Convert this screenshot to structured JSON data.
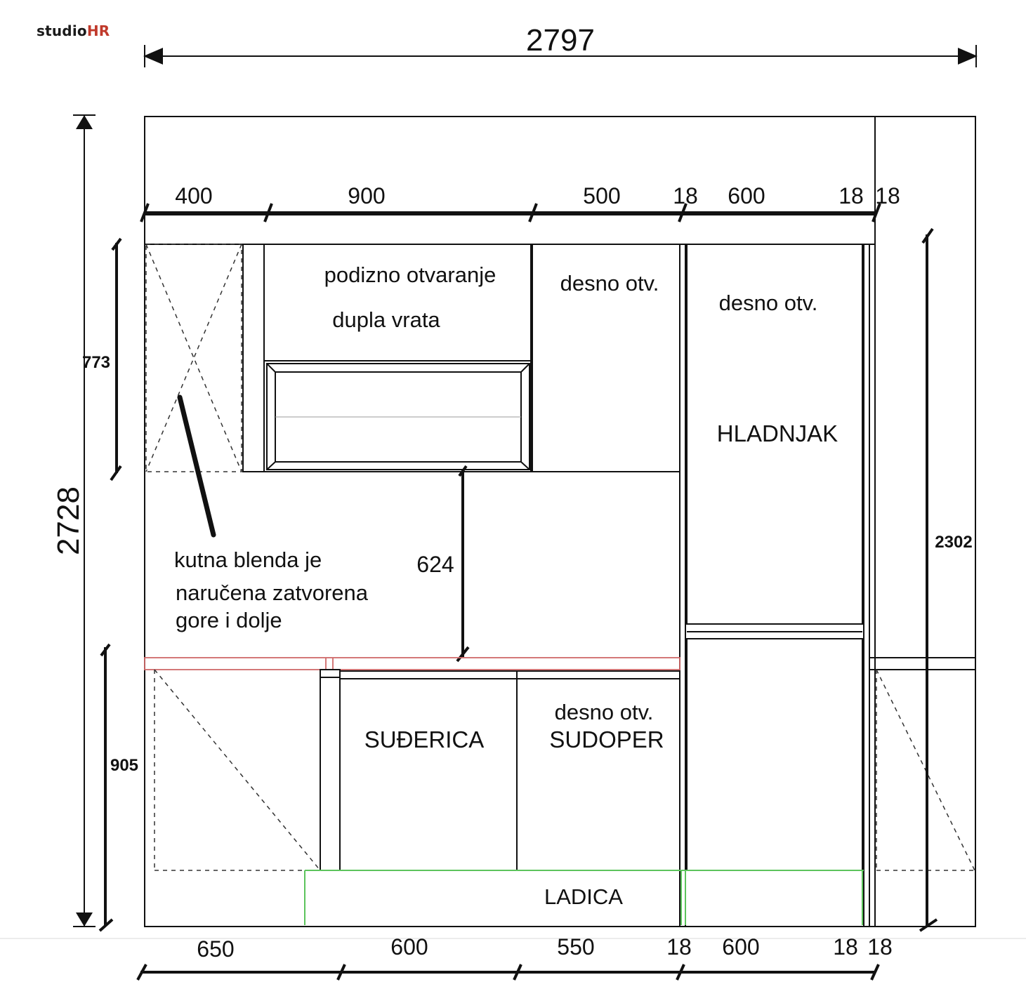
{
  "brand": {
    "name": "studio",
    "accent": "HR",
    "accent_color": "#c0392b"
  },
  "dimensions": {
    "total_width": "2797",
    "total_height": "2728",
    "right_height": "2302",
    "upper_height": "773",
    "gap_height": "624",
    "lower_height": "905",
    "top_widths": [
      "400",
      "900",
      "500",
      "18",
      "600",
      "18",
      "18"
    ],
    "bottom_widths": [
      "650",
      "600",
      "550",
      "18",
      "600",
      "18",
      "18"
    ]
  },
  "labels": {
    "lift_opening": "podizno otvaranje",
    "double_door": "dupla vrata",
    "right_open_1": "desno otv.",
    "right_open_2": "desno otv.",
    "fridge": "HLADNJAK",
    "corner_note": [
      "kutna blenda je",
      "naručena zatvorena",
      "gore i dolje"
    ],
    "dishwasher": "SUĐERICA",
    "right_open_3": "desno otv.",
    "sink": "SUDOPER",
    "drawer": "LADICA"
  },
  "colors": {
    "countertop": "#d06a6a",
    "plinth": "#5cc45c"
  }
}
